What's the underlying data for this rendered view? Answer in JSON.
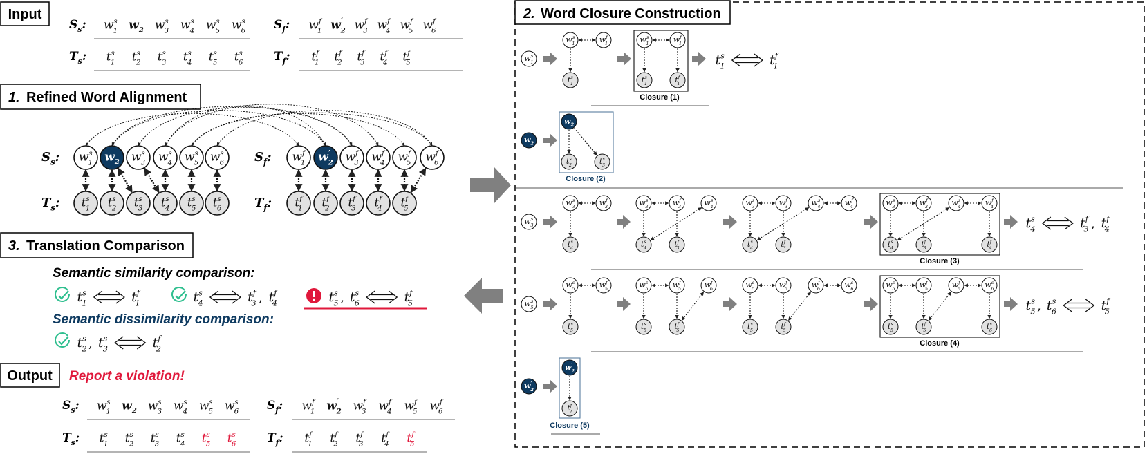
{
  "colors": {
    "navy": "#0e3a60",
    "red": "#e0183b",
    "green": "#2fbf8f",
    "gray": "#e2e2e2",
    "arrow_gray": "#808080",
    "box_blue": "#5a7ea0"
  },
  "sections": {
    "input": "Input",
    "refined_num": "1.",
    "refined": "Refined Word Alignment",
    "closure_num": "2.",
    "closure": "Word Closure Construction",
    "compare_num": "3.",
    "compare": "Translation Comparison",
    "output": "Output"
  },
  "labels": {
    "Ss": "S",
    "Ts": "T",
    "Sf": "S",
    "Tf": "T",
    "sub_s": "s",
    "sub_f": "f"
  },
  "input": {
    "Ss": [
      "w1s",
      "w2",
      "w3s",
      "w4s",
      "w5s",
      "w6s"
    ],
    "Ts": [
      "t1s",
      "t2s",
      "t3s",
      "t4s",
      "t5s",
      "t6s"
    ],
    "Sf": [
      "w1f",
      "w2'",
      "w3f",
      "w4f",
      "w5f",
      "w6f"
    ],
    "Tf": [
      "t1f",
      "t2f",
      "t3f",
      "t4f",
      "t5f"
    ]
  },
  "comparison": {
    "similarity_title": "Semantic similarity comparison:",
    "dissimilarity_title": "Semantic dissimilarity comparison:",
    "similarity": [
      {
        "status": "ok",
        "left": "t1s",
        "right": "t1f"
      },
      {
        "status": "ok",
        "left": "t4s",
        "right": "t3f, t4f"
      },
      {
        "status": "violation",
        "left": "t5s, t6s",
        "right": "t5f"
      }
    ],
    "dissimilarity": [
      {
        "status": "ok",
        "left": "t2s, t3s",
        "right": "t2f"
      }
    ]
  },
  "output": {
    "message": "Report a violation!",
    "Ts_highlight": [
      "t5s",
      "t6s"
    ],
    "Tf_highlight": [
      "t5f"
    ]
  },
  "closures": [
    {
      "caption": "Closure (1)",
      "start": "w1s",
      "result": "t1s ⟺ t1f"
    },
    {
      "caption": "Closure (2)",
      "start": "w2"
    },
    {
      "caption": "Closure (3)",
      "start": "w3s",
      "result": "t4s ⟺ t3f, t4f"
    },
    {
      "caption": "Closure (4)",
      "start": "w5s",
      "result": "t5s, t6s ⟺ t5f"
    },
    {
      "caption": "Closure (5)",
      "start": "w2'"
    }
  ]
}
